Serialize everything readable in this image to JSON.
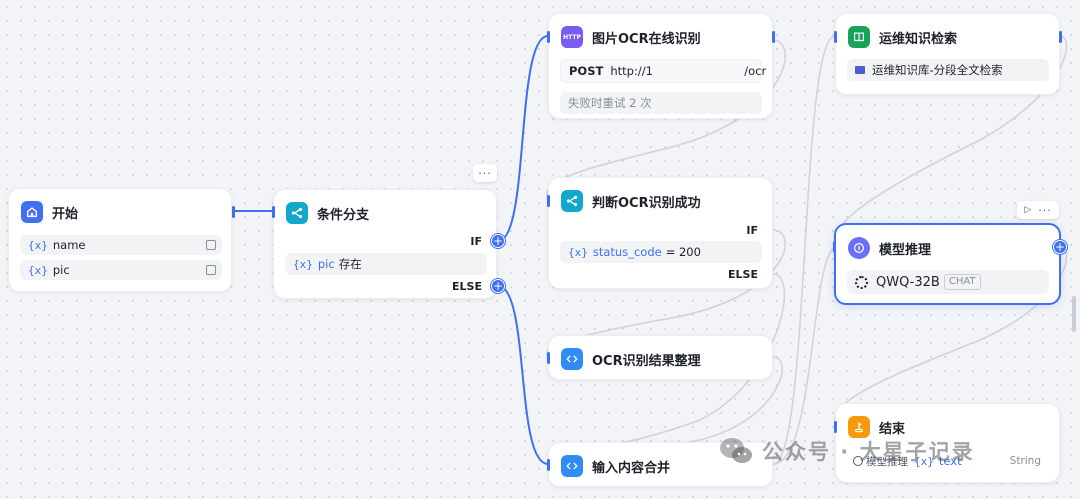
{
  "colors": {
    "accent": "#3e6ff4",
    "start_icon": "#3e6ff4",
    "condition_icon": "#13a8c9",
    "http_icon": "#7b5cf0",
    "code_icon": "#2f8cf5",
    "knowledge_icon": "#16a35a",
    "llm_icon": "#6a6ff5",
    "end_icon": "#f59a0b",
    "edge": "#3e6ff4",
    "edge_inactive": "#d0d4da"
  },
  "start_node": {
    "title": "开始",
    "vars": [
      {
        "brace": "{x}",
        "name": "name"
      },
      {
        "brace": "{x}",
        "name": "pic"
      }
    ]
  },
  "condition_node": {
    "title": "条件分支",
    "if_label": "IF",
    "else_label": "ELSE",
    "condition": {
      "brace": "{x}",
      "name": "pic",
      "op": "存在"
    }
  },
  "ocr_node": {
    "title": "图片OCR在线识别",
    "icon_text": "HTTP",
    "method": "POST",
    "url": "http://1                         /ocr",
    "retry": "失败时重试 2 次"
  },
  "judge_node": {
    "title": "判断OCR识别成功",
    "if_label": "IF",
    "else_label": "ELSE",
    "condition": {
      "brace": "{x}",
      "name": "status_code",
      "op": "= 200"
    }
  },
  "tidy_node": {
    "title": "OCR识别结果整理"
  },
  "merge_node": {
    "title": "输入内容合并"
  },
  "knowledge_node": {
    "title": "运维知识检索",
    "kb": "运维知识库-分段全文检索"
  },
  "llm_node": {
    "title": "模型推理",
    "model": "QWQ-32B",
    "model_tag": "CHAT"
  },
  "end_node": {
    "title": "结束",
    "output_source": "模型推理",
    "output_brace": "{x}",
    "output_var": "text",
    "output_type": "String"
  },
  "watermark": {
    "text": "公众号 · 大星子记录"
  }
}
